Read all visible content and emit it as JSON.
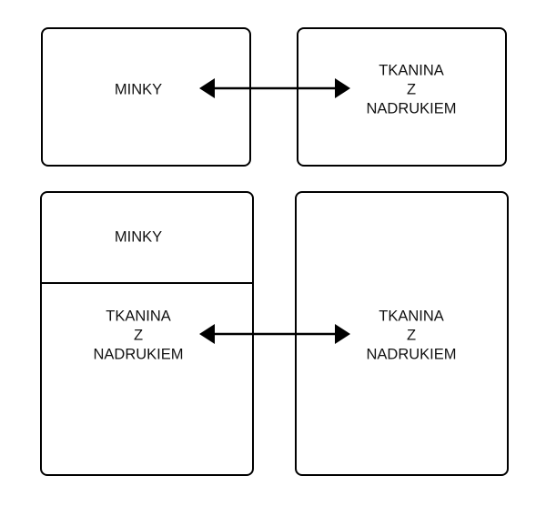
{
  "diagram": {
    "top_left_label": "MINKY",
    "top_right_label": "TKANINA\nZ\nNADRUKIEM",
    "bottom_left_top_label": "MINKY",
    "bottom_left_bottom_label": "TKANINA\nZ\nNADRUKIEM",
    "bottom_right_label": "TKANINA\nZ\nNADRUKIEM"
  },
  "colors": {
    "stroke": "#000000",
    "background": "#ffffff"
  }
}
